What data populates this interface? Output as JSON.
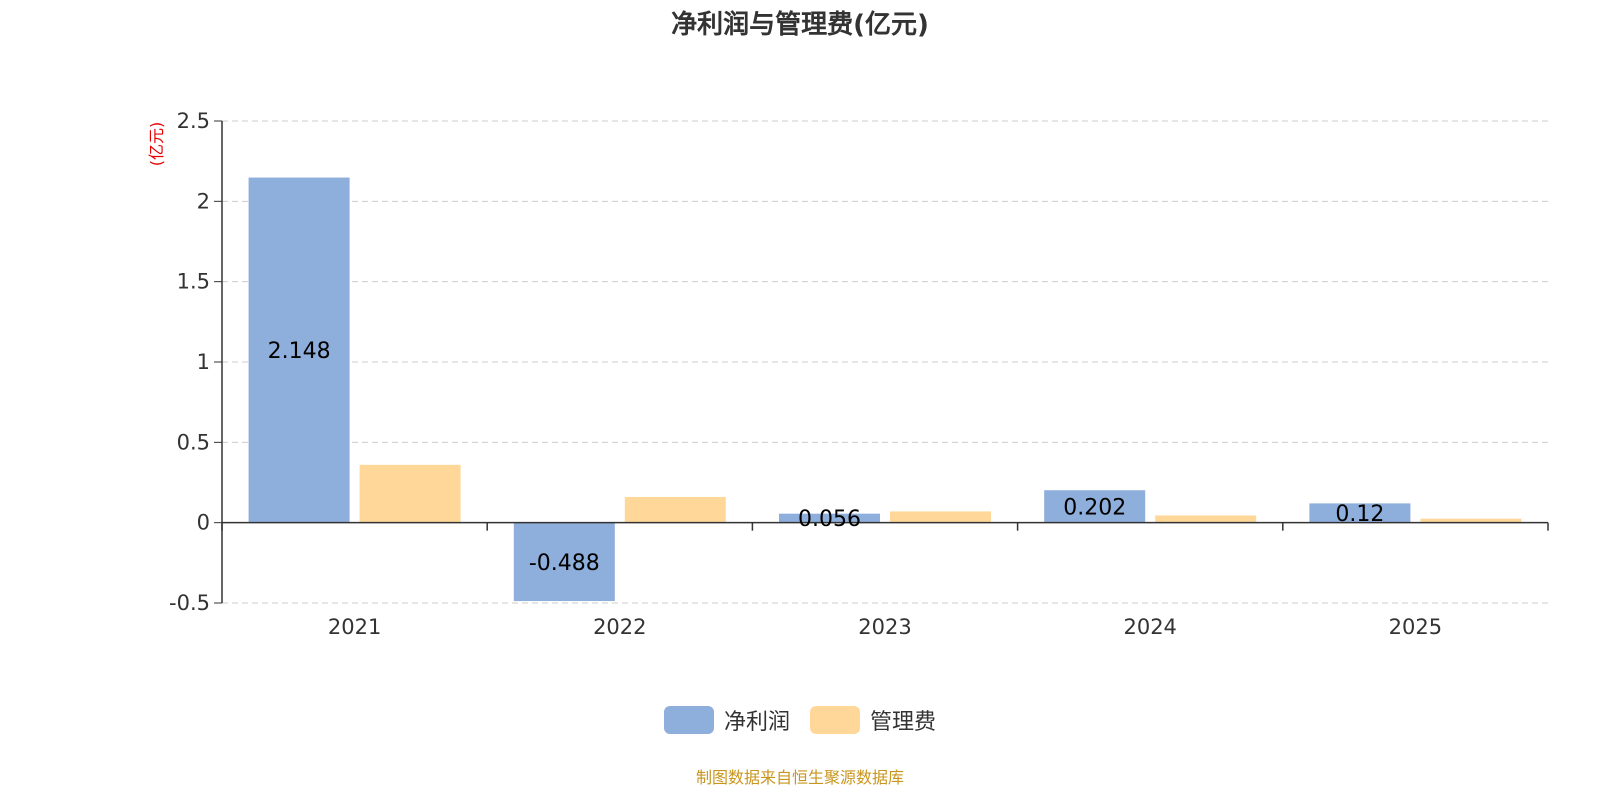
{
  "chart_data": {
    "type": "bar",
    "title": "净利润与管理费(亿元)",
    "ylabel": "(亿元)",
    "xlabel": "",
    "categories": [
      "2021",
      "2022",
      "2023",
      "2024",
      "2025"
    ],
    "ylim": [
      -0.5,
      2.5
    ],
    "yticks": [
      2.5,
      2,
      1.5,
      1,
      0.5,
      0,
      -0.5
    ],
    "ytick_labels": [
      "2.5",
      "2",
      "1.5",
      "1",
      "0.5",
      "0",
      "-0.5"
    ],
    "grid": true,
    "legend_position": "bottom-center",
    "series": [
      {
        "name": "净利润",
        "color": "#8eaedb",
        "values": [
          2.148,
          -0.488,
          0.056,
          0.202,
          0.12
        ],
        "labels": [
          "2.148",
          "-0.488",
          "0.056",
          "0.202",
          "0.12"
        ]
      },
      {
        "name": "管理费",
        "color": "#ffd899",
        "values": [
          0.36,
          0.16,
          0.07,
          0.045,
          0.025
        ]
      }
    ]
  },
  "legend": {
    "items": [
      {
        "label": "净利润",
        "color": "#8eaedb"
      },
      {
        "label": "管理费",
        "color": "#ffd899"
      }
    ]
  },
  "footer": {
    "source": "制图数据来自恒生聚源数据库",
    "color": "#c8961e"
  },
  "colors": {
    "axis": "#333333",
    "grid": "#cccccc",
    "ylabel": "#e60000",
    "text": "#333333"
  }
}
